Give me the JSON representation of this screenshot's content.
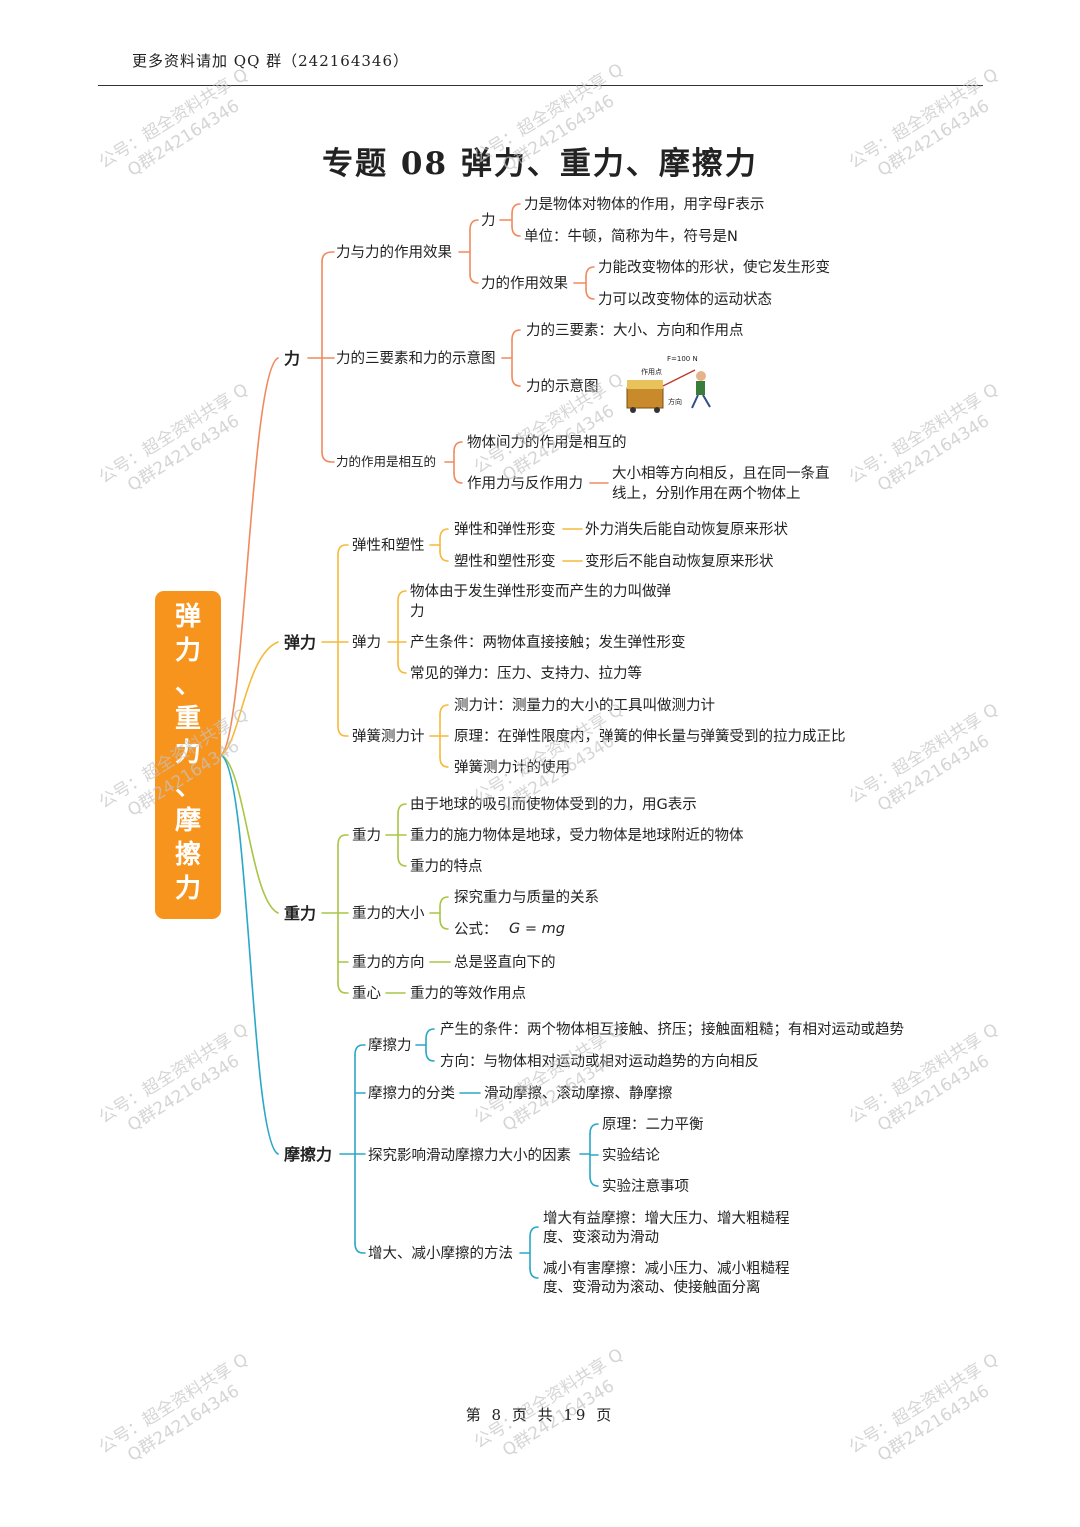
{
  "header": {
    "text": "更多资料请加 QQ 群（242164346）"
  },
  "title": "专题 08  弹力、重力、摩擦力",
  "root": "弹\n力\n、\n重\n力\n、\n摩\n擦\n力",
  "branches": {
    "force": {
      "label": "力",
      "effects": {
        "label": "力与力的作用效果",
        "force": {
          "label": "力",
          "def": "力是物体对物体的作用，用字母F表示",
          "unit": "单位：牛顿，简称为牛，符号是N"
        },
        "effect": {
          "label": "力的作用效果",
          "shape": "力能改变物体的形状，使它发生形变",
          "motion": "力可以改变物体的运动状态"
        }
      },
      "elements": {
        "label": "力的三要素和力的示意图",
        "three": "力的三要素：大小、方向和作用点",
        "diagram": "力的示意图",
        "figure_f": "F=100 N",
        "figure_point": "作用点",
        "figure_dir": "方向"
      },
      "mutual": {
        "label": "力的作用是相互的",
        "between": "物体间力的作用是相互的",
        "pair": "作用力与反作用力",
        "pair_desc1": "大小相等方向相反，且在同一条直",
        "pair_desc2": "线上，分别作用在两个物体上"
      }
    },
    "elastic": {
      "label": "弹力",
      "plastic": {
        "label": "弹性和塑性",
        "e1": "弹性和弹性形变",
        "e1d": "外力消失后能自动恢复原来形状",
        "e2": "塑性和塑性形变",
        "e2d": "变形后不能自动恢复原来形状"
      },
      "force": {
        "label": "弹力",
        "def1": "物体由于发生弹性形变而产生的力叫做弹",
        "def2": "力",
        "cond": "产生条件：两物体直接接触；发生弹性形变",
        "common": "常见的弹力：压力、支持力、拉力等"
      },
      "meter": {
        "label": "弹簧测力计",
        "m1": "测力计：测量力的大小的工具叫做测力计",
        "m2": "原理：在弹性限度内，弹簧的伸长量与弹簧受到的拉力成正比",
        "m3": "弹簧测力计的使用"
      }
    },
    "gravity": {
      "label": "重力",
      "g": {
        "label": "重力",
        "g1": "由于地球的吸引而使物体受到的力，用G表示",
        "g2": "重力的施力物体是地球，受力物体是地球附近的物体",
        "g3": "重力的特点"
      },
      "size": {
        "label": "重力的大小",
        "s1": "探究重力与质量的关系",
        "s2": "公式：",
        "formula": "G = mg"
      },
      "dir": {
        "label": "重力的方向",
        "d": "总是竖直向下的"
      },
      "center": {
        "label": "重心",
        "c": "重力的等效作用点"
      }
    },
    "friction": {
      "label": "摩擦力",
      "f": {
        "label": "摩擦力",
        "cond": "产生的条件：两个物体相互接触、挤压；接触面粗糙；有相对运动或趋势",
        "dir": "方向：与物体相对运动或相对运动趋势的方向相反"
      },
      "kinds": {
        "label": "摩擦力的分类",
        "k": "滑动摩擦、滚动摩擦、静摩擦"
      },
      "explore": {
        "label": "探究影响滑动摩擦力大小的因素",
        "e1": "原理：二力平衡",
        "e2": "实验结论",
        "e3": "实验注意事项"
      },
      "method": {
        "label": "增大、减小摩擦的方法",
        "inc1": "增大有益摩擦：增大压力、增大粗糙程",
        "inc2": "度、变滚动为滑动",
        "dec1": "减小有害摩擦：减小压力、减小粗糙程",
        "dec2": "度、变滑动为滚动、使接触面分离"
      }
    }
  },
  "watermark": {
    "line1": "公号：超全资料共享 Q",
    "line2": "Q群242164346"
  },
  "footer": "第 8 页 共 19 页",
  "colors": {
    "root": "#f7941d",
    "force": "#f08a5d",
    "elastic": "#f6b93b",
    "gravity": "#a8c545",
    "friction": "#2aa7c9"
  }
}
